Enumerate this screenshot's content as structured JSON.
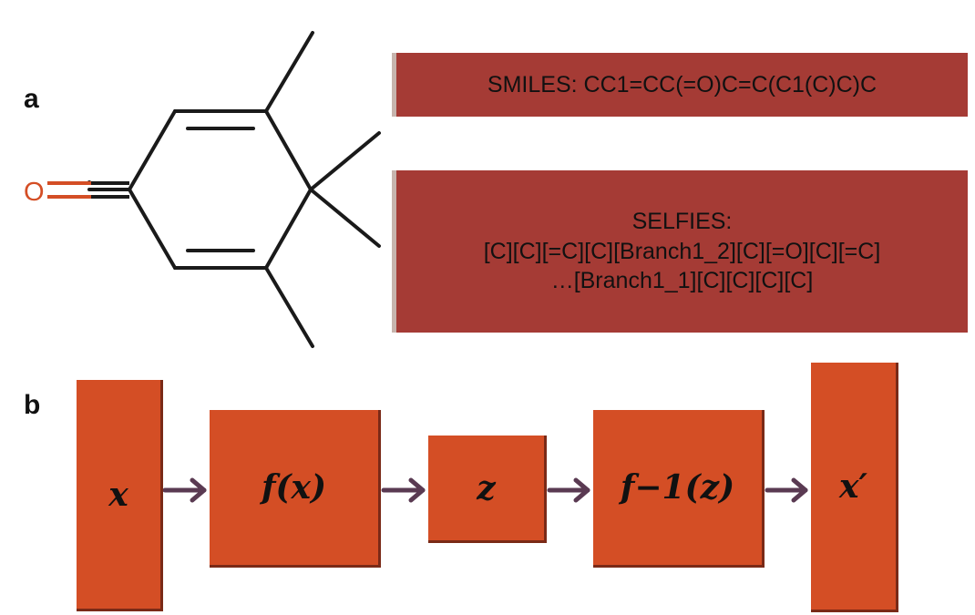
{
  "panels": {
    "a": "a",
    "b": "b"
  },
  "molecule": {
    "oxygen_label": "O"
  },
  "smiles": {
    "text": "SMILES: CC1=CC(=O)C=C(C1(C)C)C"
  },
  "selfies": {
    "lines": [
      "SELFIES:",
      "[C][C][=C][C][Branch1_2][C][=O][C][=C]",
      "…[Branch1_1][C][C][C][C]"
    ]
  },
  "flow": {
    "nodes": [
      "x",
      "f(x)",
      "z",
      "f−1(z)",
      "x′"
    ],
    "box_color": "#d44e25",
    "arrow_color": "#5a3a52"
  },
  "colors": {
    "string_box": "#a53b35",
    "oxygen": "#d44e25",
    "bond": "#1a1a1a"
  }
}
